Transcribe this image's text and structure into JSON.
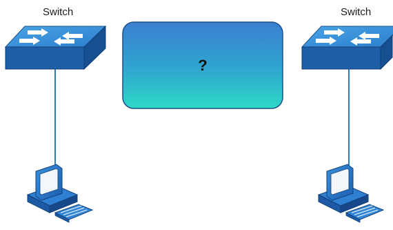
{
  "diagram": {
    "left_switch": {
      "label": "Switch",
      "icon": "network-switch-icon"
    },
    "right_switch": {
      "label": "Switch",
      "icon": "network-switch-icon"
    },
    "unknown_link": {
      "label": "?",
      "icon": "cloud-box"
    },
    "left_pc": {
      "icon": "desktop-computer-icon"
    },
    "right_pc": {
      "icon": "desktop-computer-icon"
    },
    "colors": {
      "switch_top": "#2e8bd6",
      "switch_front": "#1f5fa8",
      "box_top": "#3d86d0",
      "box_bottom": "#2fd4c4",
      "cable": "#2a7fc9"
    }
  }
}
